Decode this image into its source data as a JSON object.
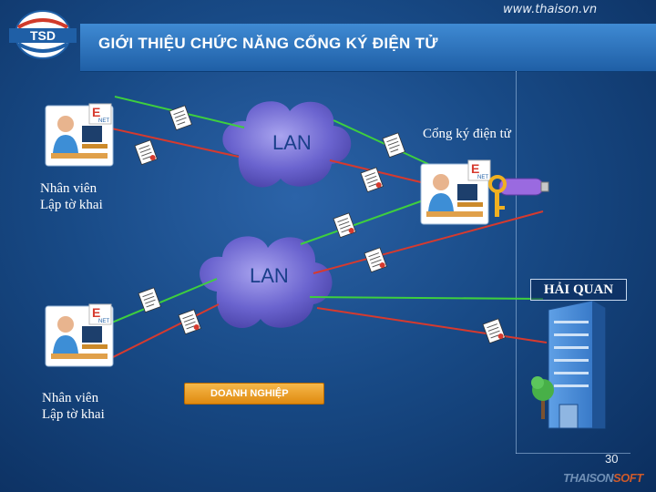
{
  "header": {
    "title": "GIỚI THIỆU CHỨC NĂNG CỔNG KÝ ĐIỆN TỬ",
    "site_url": "www.thaison.vn",
    "logo_text": "TSD"
  },
  "nodes": {
    "staff_top": {
      "line1": "Nhân viên",
      "line2": "Lập tờ khai"
    },
    "staff_bottom": {
      "line1": "Nhân viên",
      "line2": "Lập tờ khai"
    },
    "gateway": {
      "label": "Cổng ký điện tử"
    },
    "customs": {
      "label": "HẢI QUAN"
    },
    "enterprise": {
      "label": "DOANH NGHIỆP"
    }
  },
  "clouds": {
    "lan_top": "LAN",
    "lan_bottom": "LAN"
  },
  "badges": {
    "app_letter": "E",
    "app_sub": "NET"
  },
  "footer": {
    "page_number": "30",
    "brand_main": "THAISON",
    "brand_accent": "SOFT"
  },
  "colors": {
    "background": "#184a86",
    "header": "#2e74bf",
    "arrow_green": "#3ecf3e",
    "arrow_red": "#d63a2e",
    "cloud": "#6f6ad0",
    "enterprise_box": "#ec9b22"
  }
}
